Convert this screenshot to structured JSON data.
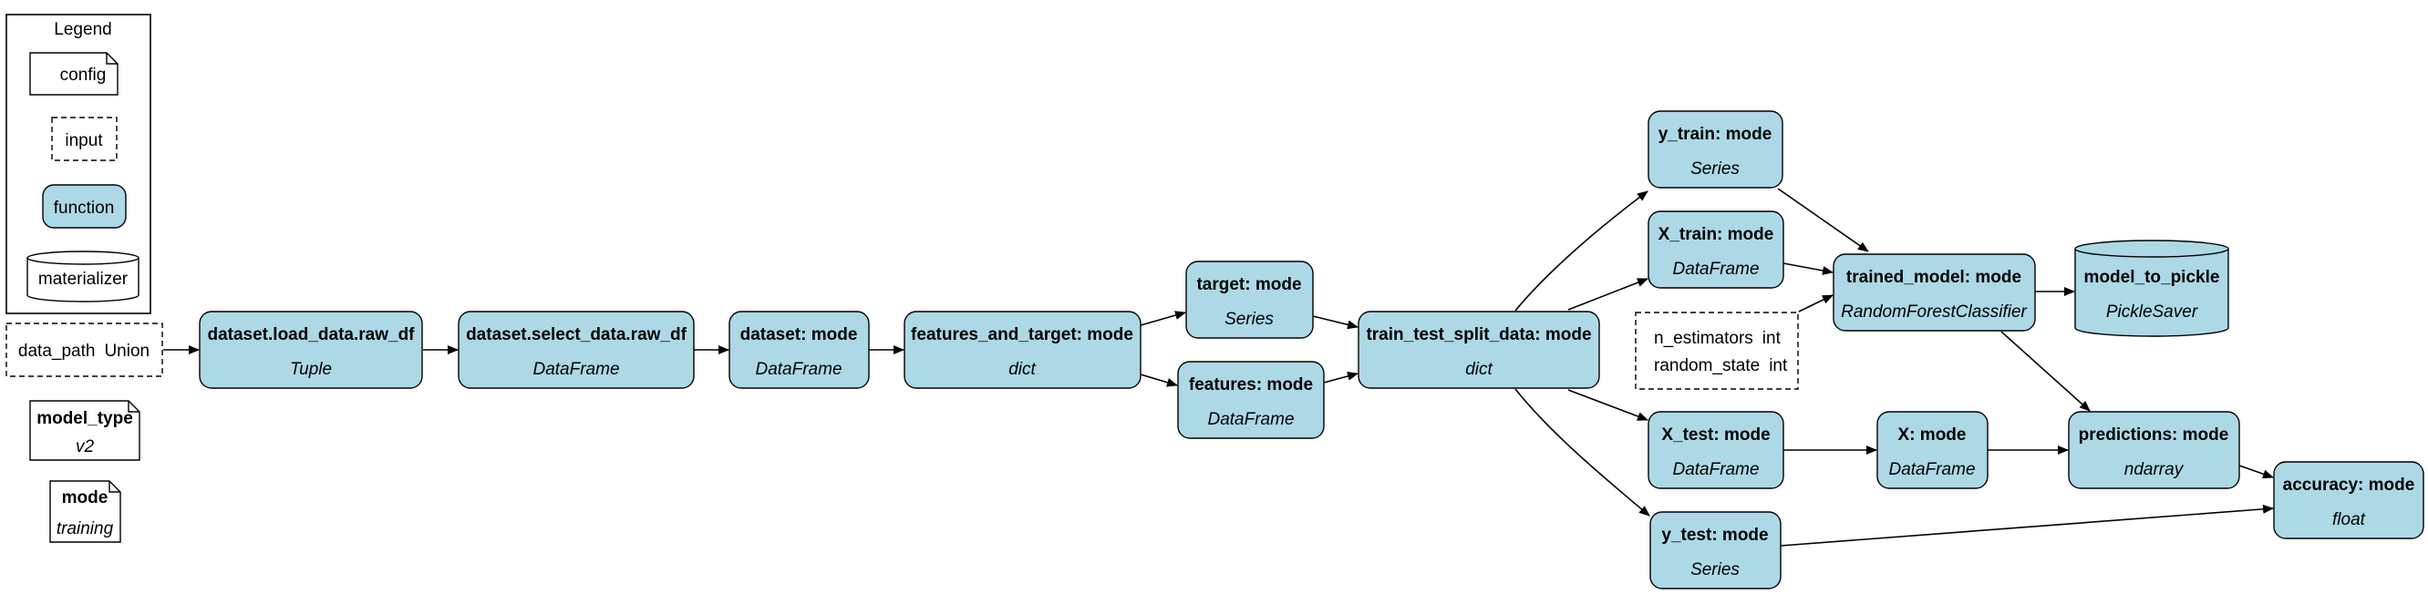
{
  "legend": {
    "title": "Legend",
    "items": {
      "config": "config",
      "input": "input",
      "function": "function",
      "materializer": "materializer"
    }
  },
  "inputs": {
    "data_path": {
      "name": "data_path",
      "type": "Union"
    },
    "hyperparams": [
      {
        "name": "n_estimators",
        "type": "int"
      },
      {
        "name": "random_state",
        "type": "int"
      }
    ]
  },
  "configs": {
    "model_type": {
      "title": "model_type",
      "value": "v2"
    },
    "mode": {
      "title": "mode",
      "value": "training"
    }
  },
  "nodes": {
    "load_data": {
      "title": "dataset.load_data.raw_df",
      "type": "Tuple"
    },
    "select_data": {
      "title": "dataset.select_data.raw_df",
      "type": "DataFrame"
    },
    "dataset": {
      "title": "dataset: mode",
      "type": "DataFrame"
    },
    "features_and_target": {
      "title": "features_and_target: mode",
      "type": "dict"
    },
    "target": {
      "title": "target: mode",
      "type": "Series"
    },
    "features": {
      "title": "features: mode",
      "type": "DataFrame"
    },
    "train_test_split": {
      "title": "train_test_split_data: mode",
      "type": "dict"
    },
    "y_train": {
      "title": "y_train: mode",
      "type": "Series"
    },
    "x_train": {
      "title": "X_train: mode",
      "type": "DataFrame"
    },
    "x_test": {
      "title": "X_test: mode",
      "type": "DataFrame"
    },
    "y_test": {
      "title": "y_test: mode",
      "type": "Series"
    },
    "trained_model": {
      "title": "trained_model: mode",
      "type": "RandomForestClassifier"
    },
    "x": {
      "title": "X: mode",
      "type": "DataFrame"
    },
    "predictions": {
      "title": "predictions: mode",
      "type": "ndarray"
    },
    "accuracy": {
      "title": "accuracy: mode",
      "type": "float"
    }
  },
  "materializers": {
    "model_to_pickle": {
      "title": "model_to_pickle",
      "type": "PickleSaver"
    }
  },
  "colors": {
    "function_fill": "#add8e6",
    "stroke": "#000000",
    "background": "#ffffff"
  }
}
